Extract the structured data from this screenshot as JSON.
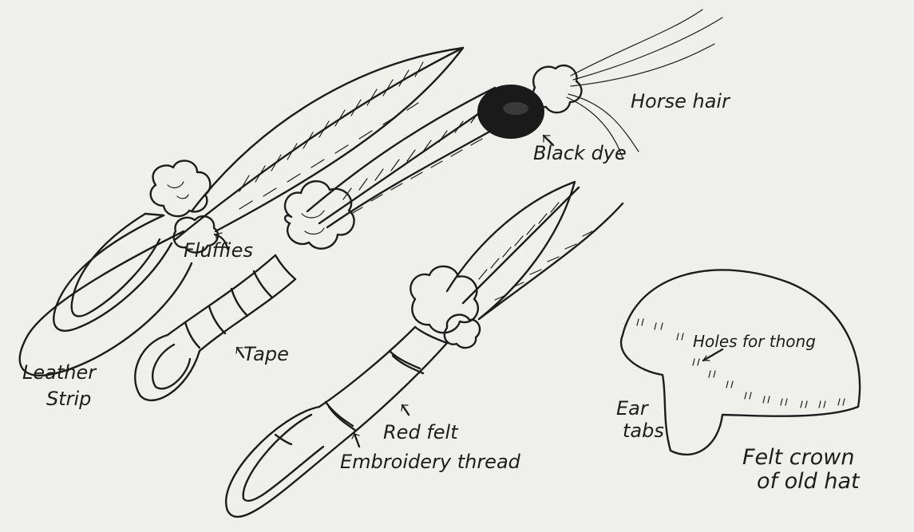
{
  "labels": {
    "horse_hair": "Horse hair",
    "black_dye": "Black dye",
    "fluffies": "Fluffies",
    "tape": "Tape",
    "leather_strip_line1": "Leather",
    "leather_strip_line2": "Strip",
    "red_felt": "Red felt",
    "embroidery_thread": "Embroidery thread",
    "holes_for_thong": "Holes for thong",
    "ear_tabs_line1": "Ear",
    "ear_tabs_line2": "tabs",
    "felt_crown_line1": "Felt crown",
    "felt_crown_line2": "of old hat"
  },
  "colors": {
    "ink": "#1d1d1d",
    "paper": "#efefec"
  }
}
